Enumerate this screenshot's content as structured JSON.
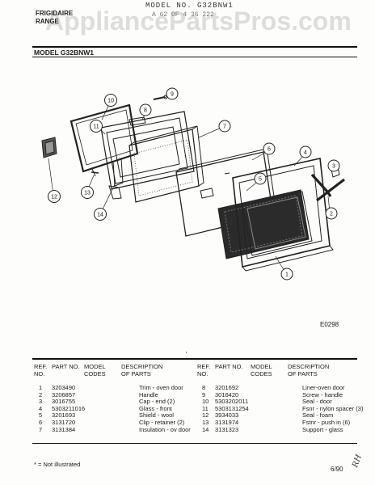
{
  "header": {
    "model_line": "MODEL NO. G32BNW1",
    "sub_line": "A 62 OF 4 36 222",
    "brand_line1": "FRIGIDAIRE",
    "brand_line2": "RANGE",
    "watermark": "AppliancePartsPros.com"
  },
  "diagram": {
    "model_label": "MODEL G32BNW1",
    "figure_code": "E0298",
    "callouts": [
      "1",
      "2",
      "3",
      "4",
      "5",
      "6",
      "7",
      "8",
      "9",
      "10",
      "11",
      "12",
      "13",
      "14"
    ]
  },
  "mark": "'",
  "table": {
    "headers": {
      "ref_no": "REF. NO.",
      "part_no": "PART NO.",
      "model_codes": "MODEL CODES",
      "description": "DESCRIPTION OF PARTS"
    },
    "left_rows": [
      {
        "ref": "1",
        "part": "3203490",
        "desc": "Trim - oven door"
      },
      {
        "ref": "2",
        "part": "3206857",
        "desc": "Handle"
      },
      {
        "ref": "3",
        "part": "3016755",
        "desc": "Cap - end (2)"
      },
      {
        "ref": "4",
        "part": "5303211016",
        "desc": "Glass - front"
      },
      {
        "ref": "5",
        "part": "3201693",
        "desc": "Shield - wool"
      },
      {
        "ref": "6",
        "part": "3131720",
        "desc": "Clip - retainer (2)"
      },
      {
        "ref": "7",
        "part": "3131384",
        "desc": "Insulation - ov door"
      }
    ],
    "right_rows": [
      {
        "ref": "8",
        "part": "3201692",
        "desc": "Liner-oven door"
      },
      {
        "ref": "9",
        "part": "3016420",
        "desc": "Screw - handle"
      },
      {
        "ref": "10",
        "part": "5303202011",
        "desc": "Seal - door"
      },
      {
        "ref": "11",
        "part": "5303131254",
        "desc": "Fsnr - nylon spacer (3)"
      },
      {
        "ref": "12",
        "part": "3934033",
        "desc": "Seal - foam"
      },
      {
        "ref": "13",
        "part": "3131974",
        "desc": "Fstnr - push in (6)"
      },
      {
        "ref": "14",
        "part": "3131323",
        "desc": "Support - glass"
      }
    ]
  },
  "footer": {
    "note": "* = Not illustrated",
    "date": "6/90",
    "handwriting": "RH"
  }
}
